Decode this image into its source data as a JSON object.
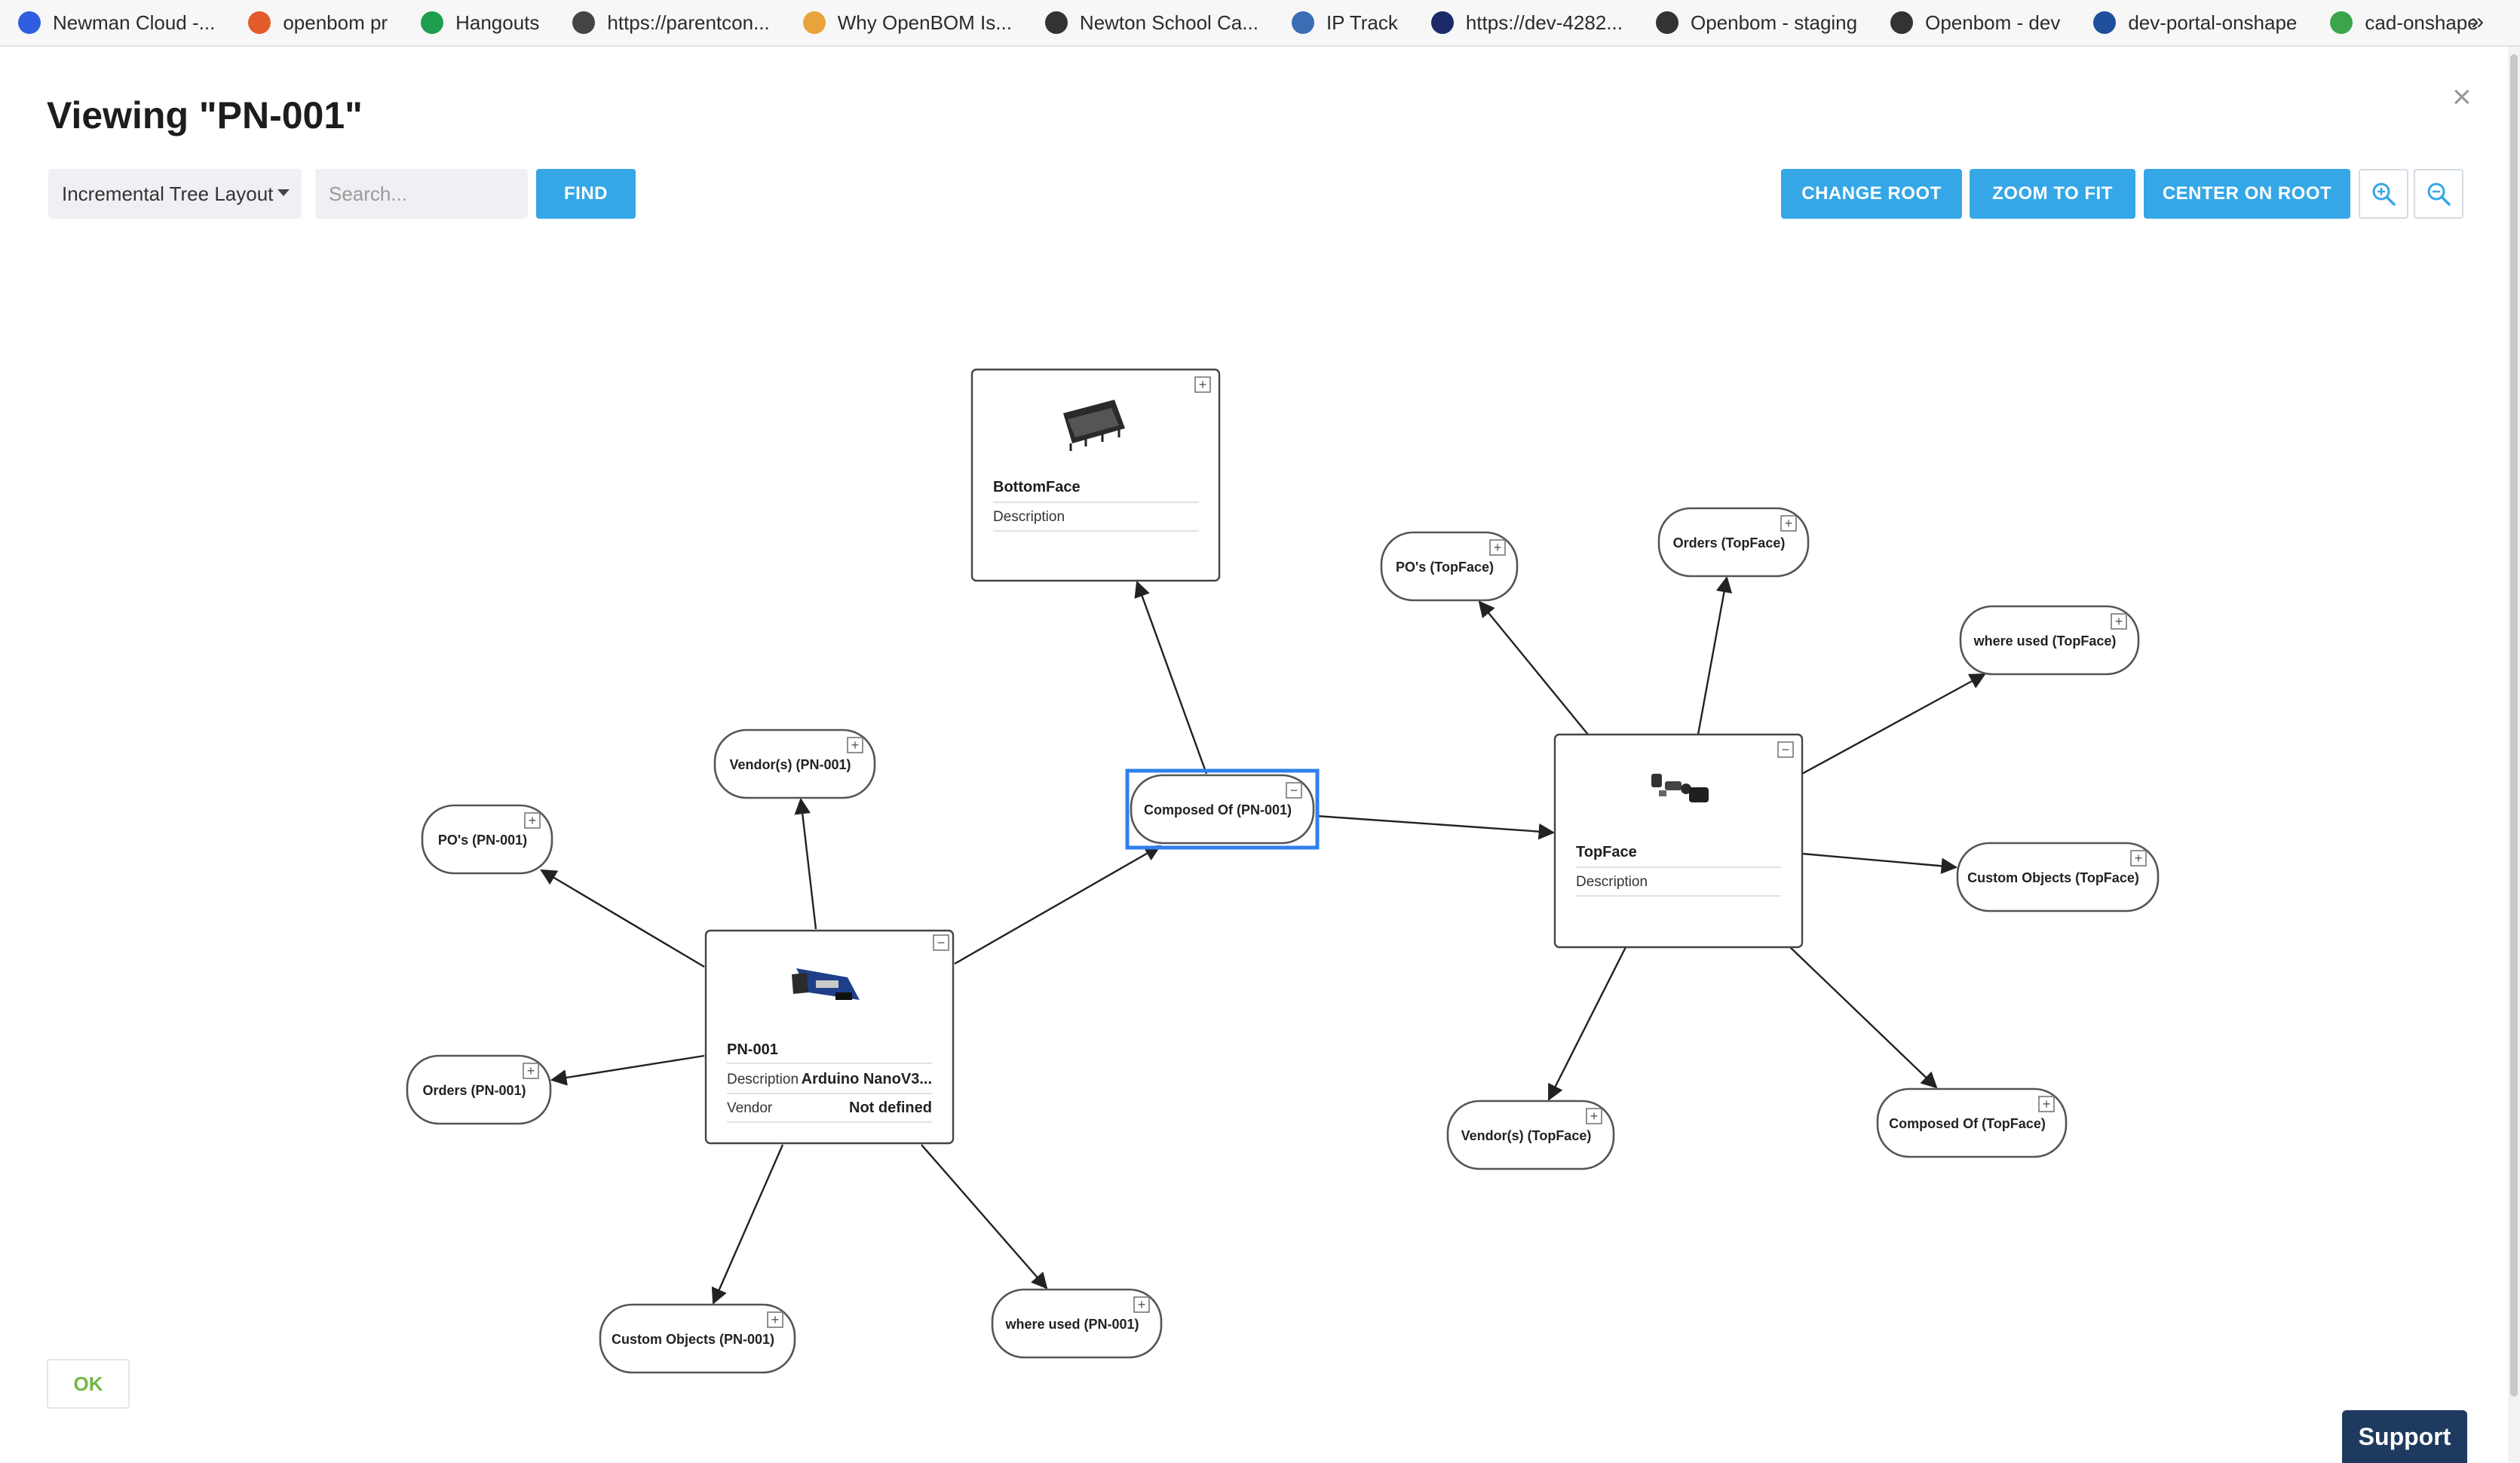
{
  "bookmarks": [
    {
      "label": "Newman Cloud -...",
      "icon": "dropbox-icon",
      "color": "#2f5fe0"
    },
    {
      "label": "openbom pr",
      "icon": "bookmark-c-icon",
      "color": "#e25b2a"
    },
    {
      "label": "Hangouts",
      "icon": "hangouts-icon",
      "color": "#1e9e4f"
    },
    {
      "label": "https://parentcon...",
      "icon": "bookmark-p-icon",
      "color": "#444444"
    },
    {
      "label": "Why OpenBOM Is...",
      "icon": "openbom-icon",
      "color": "#e9a33c"
    },
    {
      "label": "Newton School Ca...",
      "icon": "globe-icon",
      "color": "#333333"
    },
    {
      "label": "IP Track",
      "icon": "iptrack-icon",
      "color": "#3a6fb5"
    },
    {
      "label": "https://dev-4282...",
      "icon": "circle-icon",
      "color": "#1c2a6b"
    },
    {
      "label": "Openbom - staging",
      "icon": "globe-icon",
      "color": "#333333"
    },
    {
      "label": "Openbom - dev",
      "icon": "globe-icon",
      "color": "#333333"
    },
    {
      "label": "dev-portal-onshape",
      "icon": "onshape-icon",
      "color": "#1d4f9c"
    },
    {
      "label": "cad-onshape",
      "icon": "gear-icon",
      "color": "#3aa54a"
    }
  ],
  "bookmarks_more": "»",
  "dialog": {
    "title": "Viewing \"PN-001\"",
    "close": "×"
  },
  "toolbar": {
    "layout_value": "Incremental Tree Layout",
    "search_placeholder": "Search...",
    "find_label": "FIND",
    "change_root_label": "CHANGE ROOT",
    "zoom_to_fit_label": "ZOOM TO FIT",
    "center_on_root_label": "CENTER ON ROOT",
    "zoom_in_icon": "zoom-in-icon",
    "zoom_out_icon": "zoom-out-icon",
    "accent": "#35a7e7"
  },
  "graph": {
    "cards": [
      {
        "id": "bottomface",
        "name": "BottomFace",
        "rows": [
          {
            "label": "Description",
            "value": ""
          }
        ],
        "toggle": "+",
        "image": "circuit-board-icon"
      },
      {
        "id": "topface",
        "name": "TopFace",
        "rows": [
          {
            "label": "Description",
            "value": ""
          }
        ],
        "toggle": "−",
        "image": "parts-icon"
      },
      {
        "id": "pn001",
        "name": "PN-001",
        "rows": [
          {
            "label": "Description",
            "value": "Arduino NanoV3..."
          },
          {
            "label": "Vendor",
            "value": "Not defined"
          }
        ],
        "toggle": "−",
        "image": "arduino-icon"
      }
    ],
    "pills": [
      {
        "id": "composed-pn001",
        "label": "Composed Of (PN-001)",
        "toggle": "−",
        "selected": true
      },
      {
        "id": "vendors-pn001",
        "label": "Vendor(s) (PN-001)",
        "toggle": "+"
      },
      {
        "id": "pos-pn001",
        "label": "PO's (PN-001)",
        "toggle": "+"
      },
      {
        "id": "orders-pn001",
        "label": "Orders (PN-001)",
        "toggle": "+"
      },
      {
        "id": "custom-pn001",
        "label": "Custom Objects (PN-001)",
        "toggle": "+"
      },
      {
        "id": "whereused-pn001",
        "label": "where used (PN-001)",
        "toggle": "+"
      },
      {
        "id": "pos-topface",
        "label": "PO's (TopFace)",
        "toggle": "+"
      },
      {
        "id": "orders-topface",
        "label": "Orders (TopFace)",
        "toggle": "+"
      },
      {
        "id": "whereused-topface",
        "label": "where used (TopFace)",
        "toggle": "+"
      },
      {
        "id": "custom-topface",
        "label": "Custom Objects (TopFace)",
        "toggle": "+"
      },
      {
        "id": "vendors-topface",
        "label": "Vendor(s) (TopFace)",
        "toggle": "+"
      },
      {
        "id": "composed-topface",
        "label": "Composed Of (TopFace)",
        "toggle": "+"
      }
    ],
    "selection_color": "#2f80ed"
  },
  "footer": {
    "ok_label": "OK",
    "support_label": "Support"
  }
}
